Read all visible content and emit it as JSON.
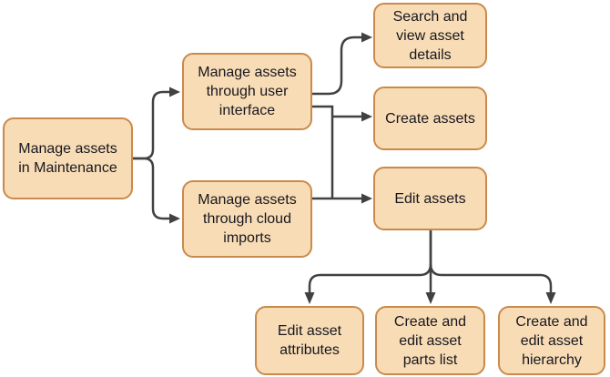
{
  "diagram": {
    "type": "flowchart",
    "nodes": [
      {
        "id": "root",
        "label": "Manage assets\nin Maintenance"
      },
      {
        "id": "ui",
        "label": "Manage assets\nthrough user\ninterface"
      },
      {
        "id": "cloud",
        "label": "Manage assets\nthrough cloud\nimports"
      },
      {
        "id": "search",
        "label": "Search and\nview asset\ndetails"
      },
      {
        "id": "create",
        "label": "Create assets"
      },
      {
        "id": "edit",
        "label": "Edit assets"
      },
      {
        "id": "attrs",
        "label": "Edit asset\nattributes"
      },
      {
        "id": "parts",
        "label": "Create and\nedit asset\nparts list"
      },
      {
        "id": "hier",
        "label": "Create and\nedit asset\nhierarchy"
      }
    ],
    "edges": [
      {
        "from": "root",
        "to": "ui"
      },
      {
        "from": "root",
        "to": "cloud"
      },
      {
        "from": "ui",
        "to": "search"
      },
      {
        "from": "ui",
        "to": "create"
      },
      {
        "from": "ui",
        "to": "edit"
      },
      {
        "from": "cloud",
        "to": "edit"
      },
      {
        "from": "edit",
        "to": "attrs"
      },
      {
        "from": "edit",
        "to": "parts"
      },
      {
        "from": "edit",
        "to": "hier"
      }
    ],
    "colors": {
      "node_fill": "#f8dcb5",
      "node_border": "#c98a4c",
      "connector": "#414141",
      "text": "#17171f",
      "background": "#ffffff"
    }
  }
}
